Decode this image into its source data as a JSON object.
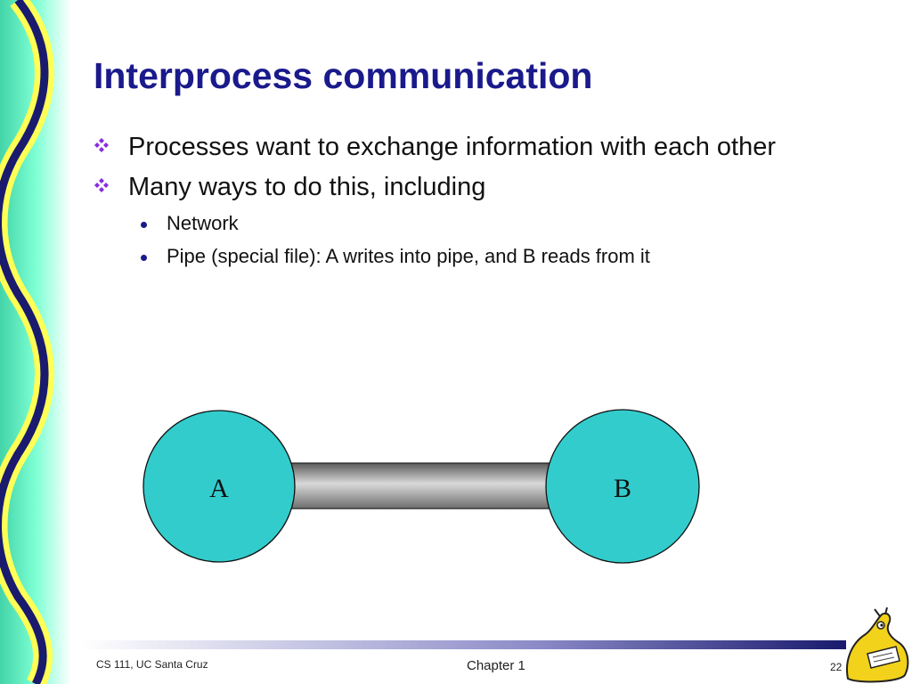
{
  "slide": {
    "title": "Interprocess communication",
    "bullets": [
      {
        "text": "Processes want to exchange information with each other"
      },
      {
        "text": "Many ways to do this, including",
        "sub": [
          "Network",
          "Pipe (special file): A writes into pipe, and B reads from it"
        ]
      }
    ]
  },
  "diagram": {
    "process_a": "A",
    "process_b": "B",
    "circle_color": "#33cccc",
    "pipe_color": "#a6a6a6"
  },
  "footer": {
    "left": "CS 111, UC Santa Cruz",
    "center": "Chapter 1",
    "page": "22"
  },
  "colors": {
    "title": "#1a1a8c",
    "bullet_marker": "#8a2be2",
    "wave_stroke": "#1a1a6e",
    "wave_fill": "#ffff66",
    "wave_glow": "#33e6a6"
  },
  "icons": {
    "bullet_marker": "four-diamond-icon",
    "mascot": "banana-slug-mascot-icon"
  }
}
